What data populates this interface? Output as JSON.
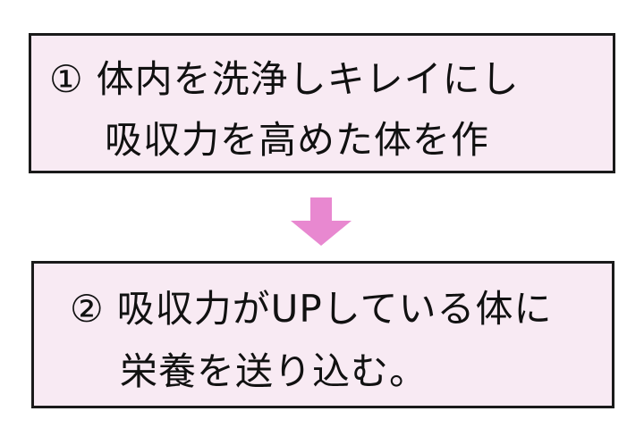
{
  "colors": {
    "box_fill": "#f8eaf3",
    "box_border": "#1a1a1a",
    "arrow": "#e888d0"
  },
  "steps": [
    {
      "number": "①",
      "line1": "体内を洗浄しキレイにし",
      "line2": "吸収力を高めた体を作"
    },
    {
      "number": "②",
      "line1": "吸収力がUPしている体に",
      "line2": "栄養を送り込む。"
    }
  ],
  "arrow": {
    "icon": "arrow-down-icon",
    "direction": "down"
  }
}
